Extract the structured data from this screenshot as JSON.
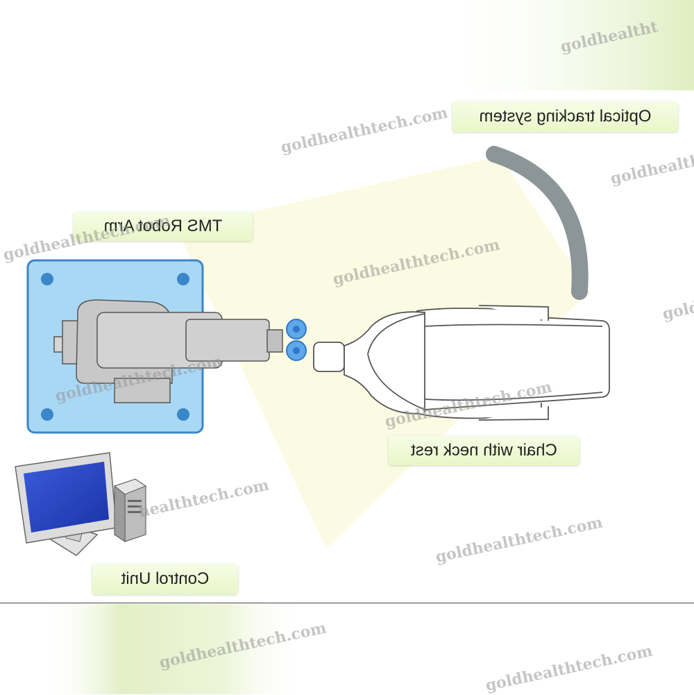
{
  "labels": {
    "optical_tracking": "Optical tracking system",
    "robot_arm": "TMS Robot Arm",
    "chair": "Chair with neck rest",
    "control_unit": "Control Unit"
  },
  "watermark": {
    "text_short": "goldhealtht",
    "text_full": "goldhealthtech.com",
    "text_partial": "goldhealth",
    "text_tail": "healthtech.com",
    "text_g": "gold"
  },
  "colors": {
    "platform": "#a9d8f5",
    "platform_border": "#3a86c8",
    "arm": "#c8c8c8",
    "label_bg": "#eef8d4",
    "tracker": "#8c9597",
    "beam": "#fbfbe3"
  },
  "icons": [
    "tracking-camera-icon",
    "robot-arm-icon",
    "tms-coil-icon",
    "chair-icon",
    "computer-monitor-icon",
    "computer-tower-icon"
  ]
}
